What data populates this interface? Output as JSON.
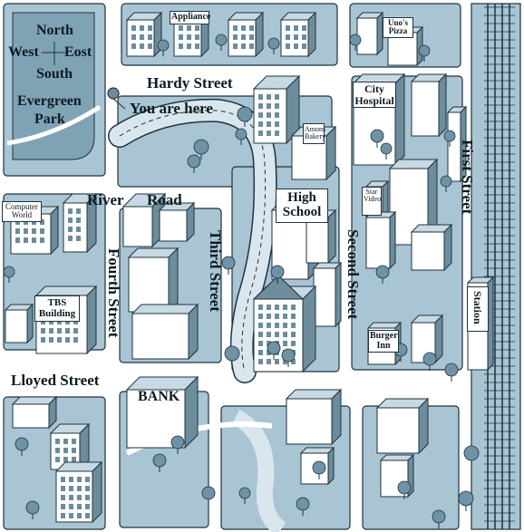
{
  "compass": {
    "north": "North",
    "west": "West",
    "east": "Eost",
    "south": "South"
  },
  "park": {
    "line1": "Evergreen",
    "line2": "Park"
  },
  "you_are_here": "You are here",
  "streets": {
    "hardy": "Hardy Street",
    "river": "River",
    "road": "Road",
    "third": "Third Street",
    "fourth": "Fourth Street",
    "second": "Second Street",
    "first": "First Street",
    "lloyed": "Lloyed Street"
  },
  "buildings": {
    "appliance": "Appliance",
    "unos_line1": "Uno's",
    "unos_line2": "Pizza",
    "hospital_line1": "City",
    "hospital_line2": "Hospital",
    "bakery_line1": "Amons",
    "bakery_line2": "Bakery",
    "school_line1": "High",
    "school_line2": "School",
    "computer_line1": "Computer",
    "computer_line2": "World",
    "star_video_line1": "Star",
    "star_video_line2": "Video",
    "tbs_line1": "TBS",
    "tbs_line2": "Building",
    "burger_line1": "Burger",
    "burger_line2": "Inn",
    "station": "Station",
    "bank": "BANK"
  },
  "colors": {
    "block": "#a9c4d3",
    "block_dark": "#7fa3b5",
    "road": "#ffffff",
    "building_front": "#ffffff",
    "building_side": "#6d8c9c",
    "building_roof": "#c7d9e3",
    "tree": "#6f93a6",
    "ink": "#1f333d"
  }
}
